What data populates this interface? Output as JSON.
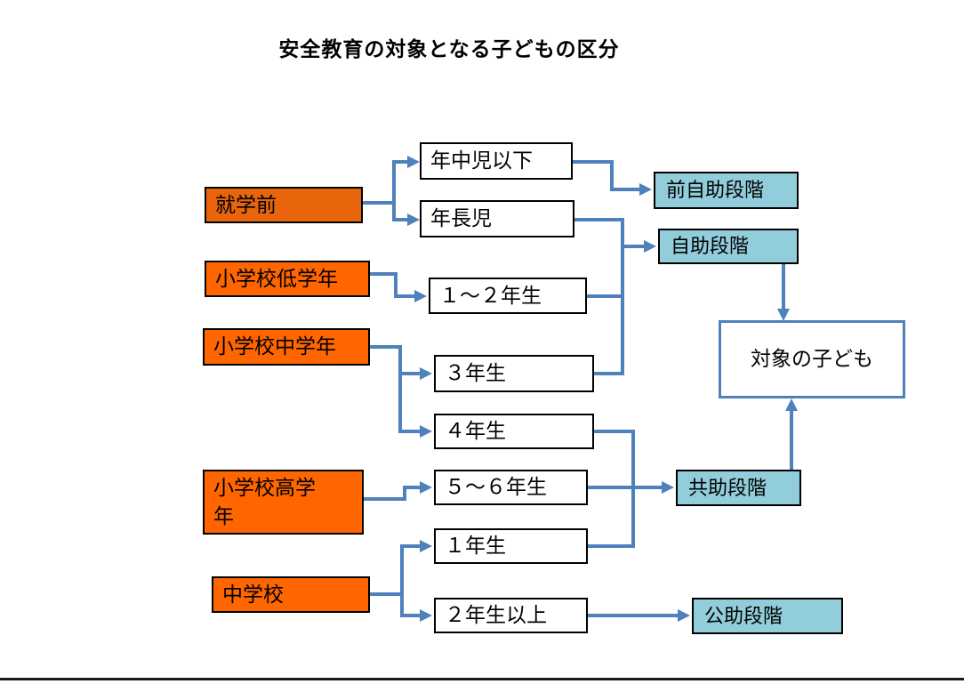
{
  "title": "安全教育の対象となる子どもの区分",
  "colors": {
    "connector": "#4F81BD",
    "orange_dark": "#E8650C",
    "orange": "#FF6600",
    "stage_fill": "#92CDDC",
    "box_border": "#000000",
    "bottom_line": "#1A1A1A"
  },
  "nodes": {
    "preschool": {
      "label": "就学前"
    },
    "elem_lower": {
      "label": "小学校低学年"
    },
    "elem_middle": {
      "label": "小学校中学年"
    },
    "elem_upper": {
      "label": "小学校高学\n年"
    },
    "junior_high": {
      "label": "中学校"
    },
    "nenchu_ika": {
      "label": "年中児以下"
    },
    "nencho": {
      "label": "年長児"
    },
    "grade1_2": {
      "label": "１～２年生"
    },
    "grade3": {
      "label": "３年生"
    },
    "grade4": {
      "label": "４年生"
    },
    "grade5_6": {
      "label": "５～６年生"
    },
    "jh_grade1": {
      "label": "１年生"
    },
    "jh_grade2_plus": {
      "label": "２年生以上"
    },
    "pre_self_help": {
      "label": "前自助段階"
    },
    "self_help": {
      "label": "自助段階"
    },
    "mutual_help": {
      "label": "共助段階"
    },
    "public_help": {
      "label": "公助段階"
    },
    "target": {
      "label": "対象の子ども"
    }
  }
}
